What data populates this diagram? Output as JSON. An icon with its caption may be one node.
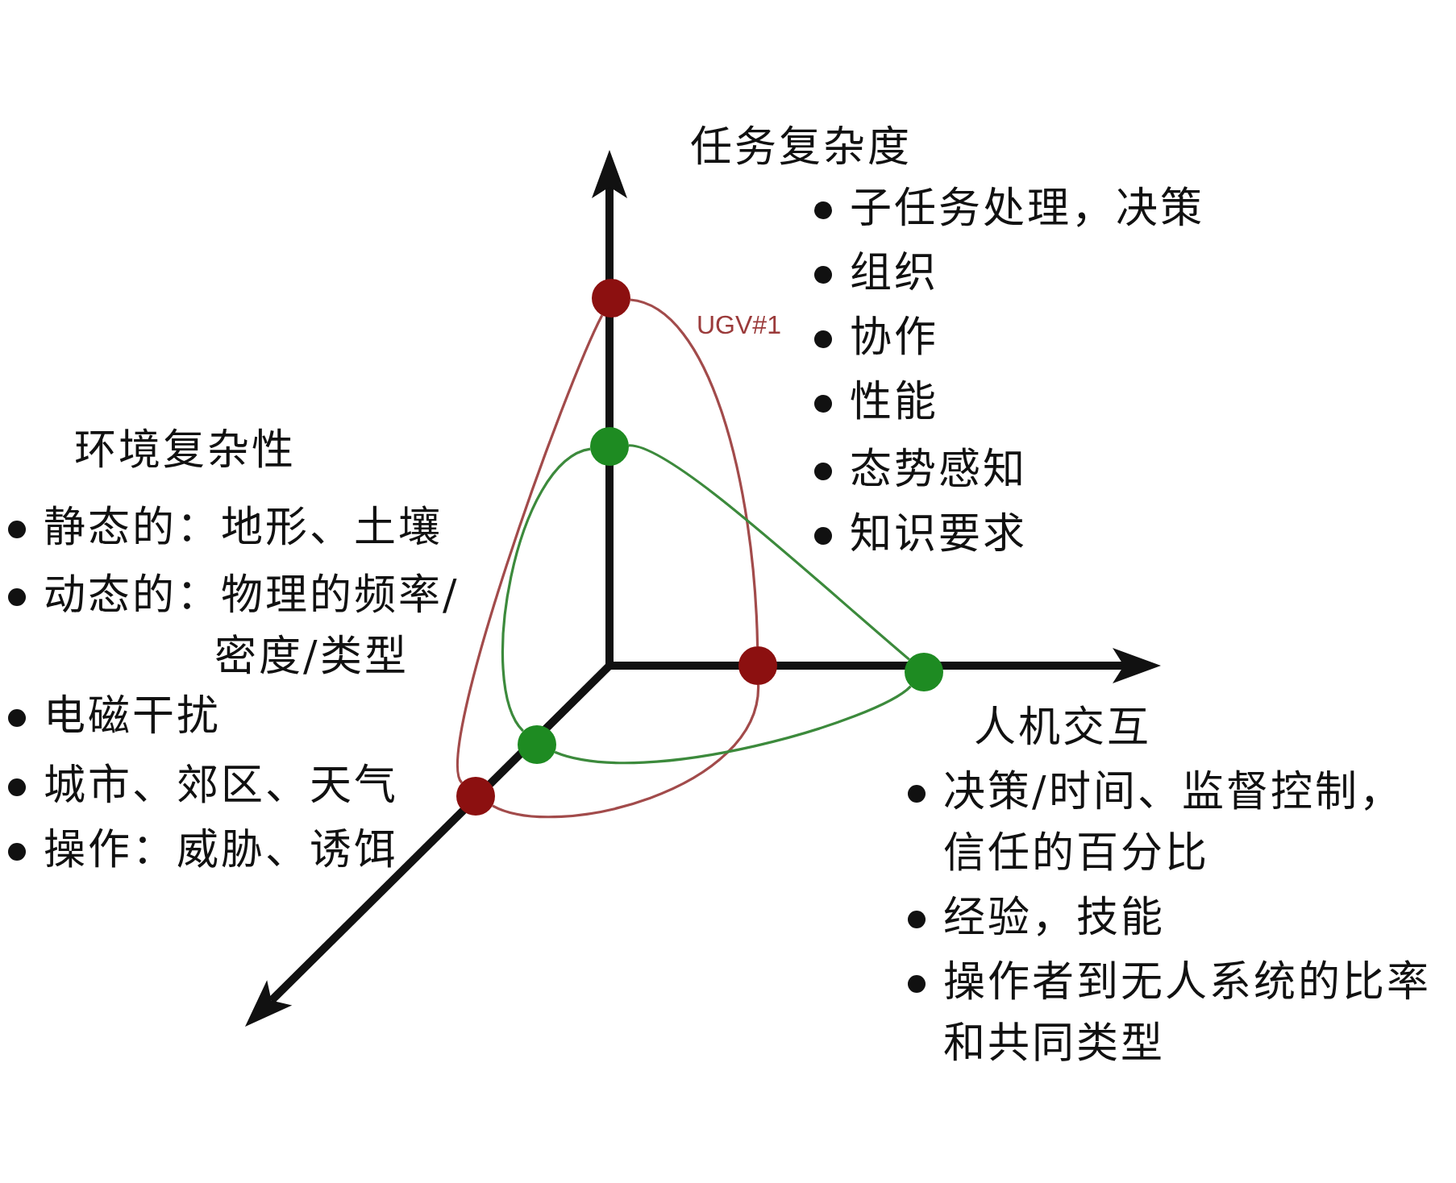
{
  "diagram": {
    "nodes": [
      {
        "text": [],
        "shape": "circle"
      },
      {
        "text": [],
        "shape": "circle"
      },
      {
        "text": [],
        "shape": "circle"
      },
      {
        "text": [],
        "shape": "circle"
      },
      {
        "text": [],
        "shape": "circle"
      },
      {
        "text": [],
        "shape": "circle"
      }
    ],
    "edges": [
      {
        "from": 0,
        "to": 2,
        "arrow": "none",
        "color": "#a24b4b"
      },
      {
        "from": 2,
        "to": 5,
        "arrow": "none",
        "color": "#a24b4b"
      },
      {
        "from": 5,
        "to": 0,
        "arrow": "none",
        "color": "#a24b4b"
      },
      {
        "from": 1,
        "to": 3,
        "arrow": "none",
        "color": "#3c8a3c"
      },
      {
        "from": 3,
        "to": 4,
        "arrow": "none",
        "color": "#3c8a3c"
      },
      {
        "from": 4,
        "to": 1,
        "arrow": "none",
        "color": "#3c8a3c"
      }
    ],
    "labels": [
      "任务复杂度",
      "子任务处理，决策",
      "组织",
      "协作",
      "性能",
      "态势感知",
      "知识要求",
      "UGV#1",
      "环境复杂性",
      "静态的：地形、土壤",
      "动态的：物理的频率/密度/类型",
      "电磁干扰",
      "城市、郊区、天气",
      "操作：威胁、诱饵",
      "人机交互",
      "决策/时间、监督控制，信任的百分比",
      "经验，技能",
      "操作者到无人系统的比率和共同类型"
    ]
  }
}
